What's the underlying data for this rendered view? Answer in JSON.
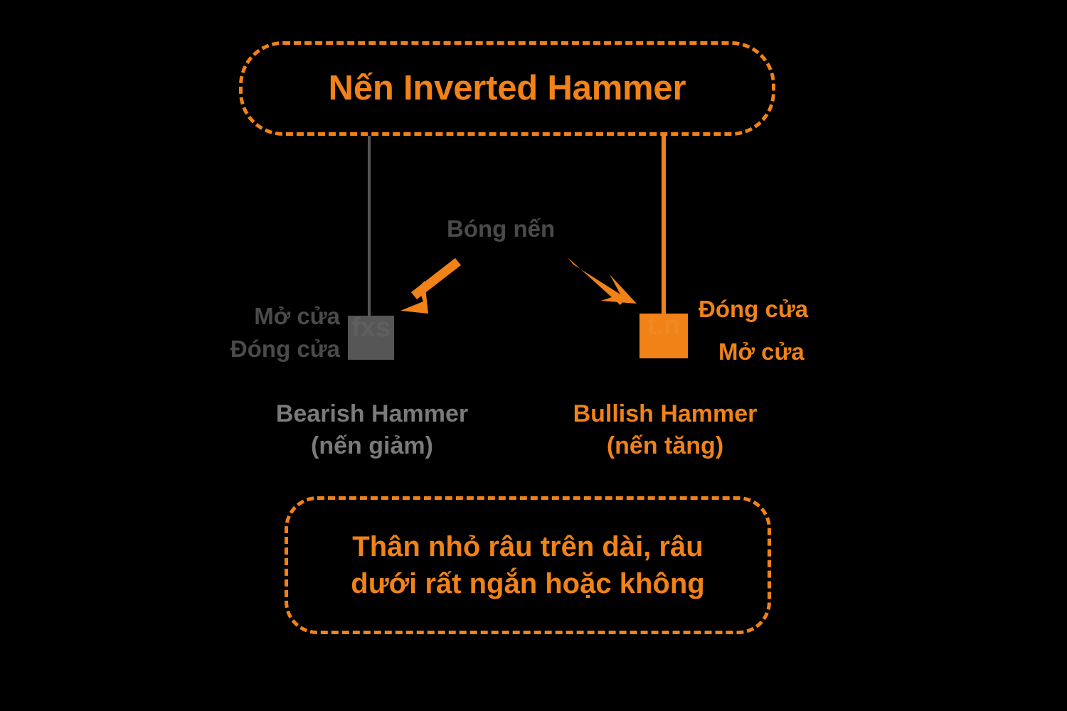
{
  "theme": {
    "background": "#000000",
    "accent_orange": "#F08218",
    "bearish_grey": "#565656",
    "label_grey": "#4A4A4A",
    "caption_grey": "#7A7A7A"
  },
  "title_box": {
    "text": "Nến Inverted Hammer"
  },
  "annotation": {
    "shadow_label": "Bóng nến"
  },
  "bearish": {
    "open_label": "Mở cửa",
    "close_label": "Đóng cửa",
    "caption_line1": "Bearish Hammer",
    "caption_line2": "(nến giảm)",
    "body_watermark": "fxs"
  },
  "bullish": {
    "close_label": "Đóng cửa",
    "open_label": "Mở cửa",
    "caption_line1": "Bullish Hammer",
    "caption_line2": "(nến tăng)",
    "body_watermark": "t.n"
  },
  "summary_box": {
    "line1": "Thân nhỏ râu trên dài, râu",
    "line2": "dưới rất ngắn hoặc không"
  }
}
